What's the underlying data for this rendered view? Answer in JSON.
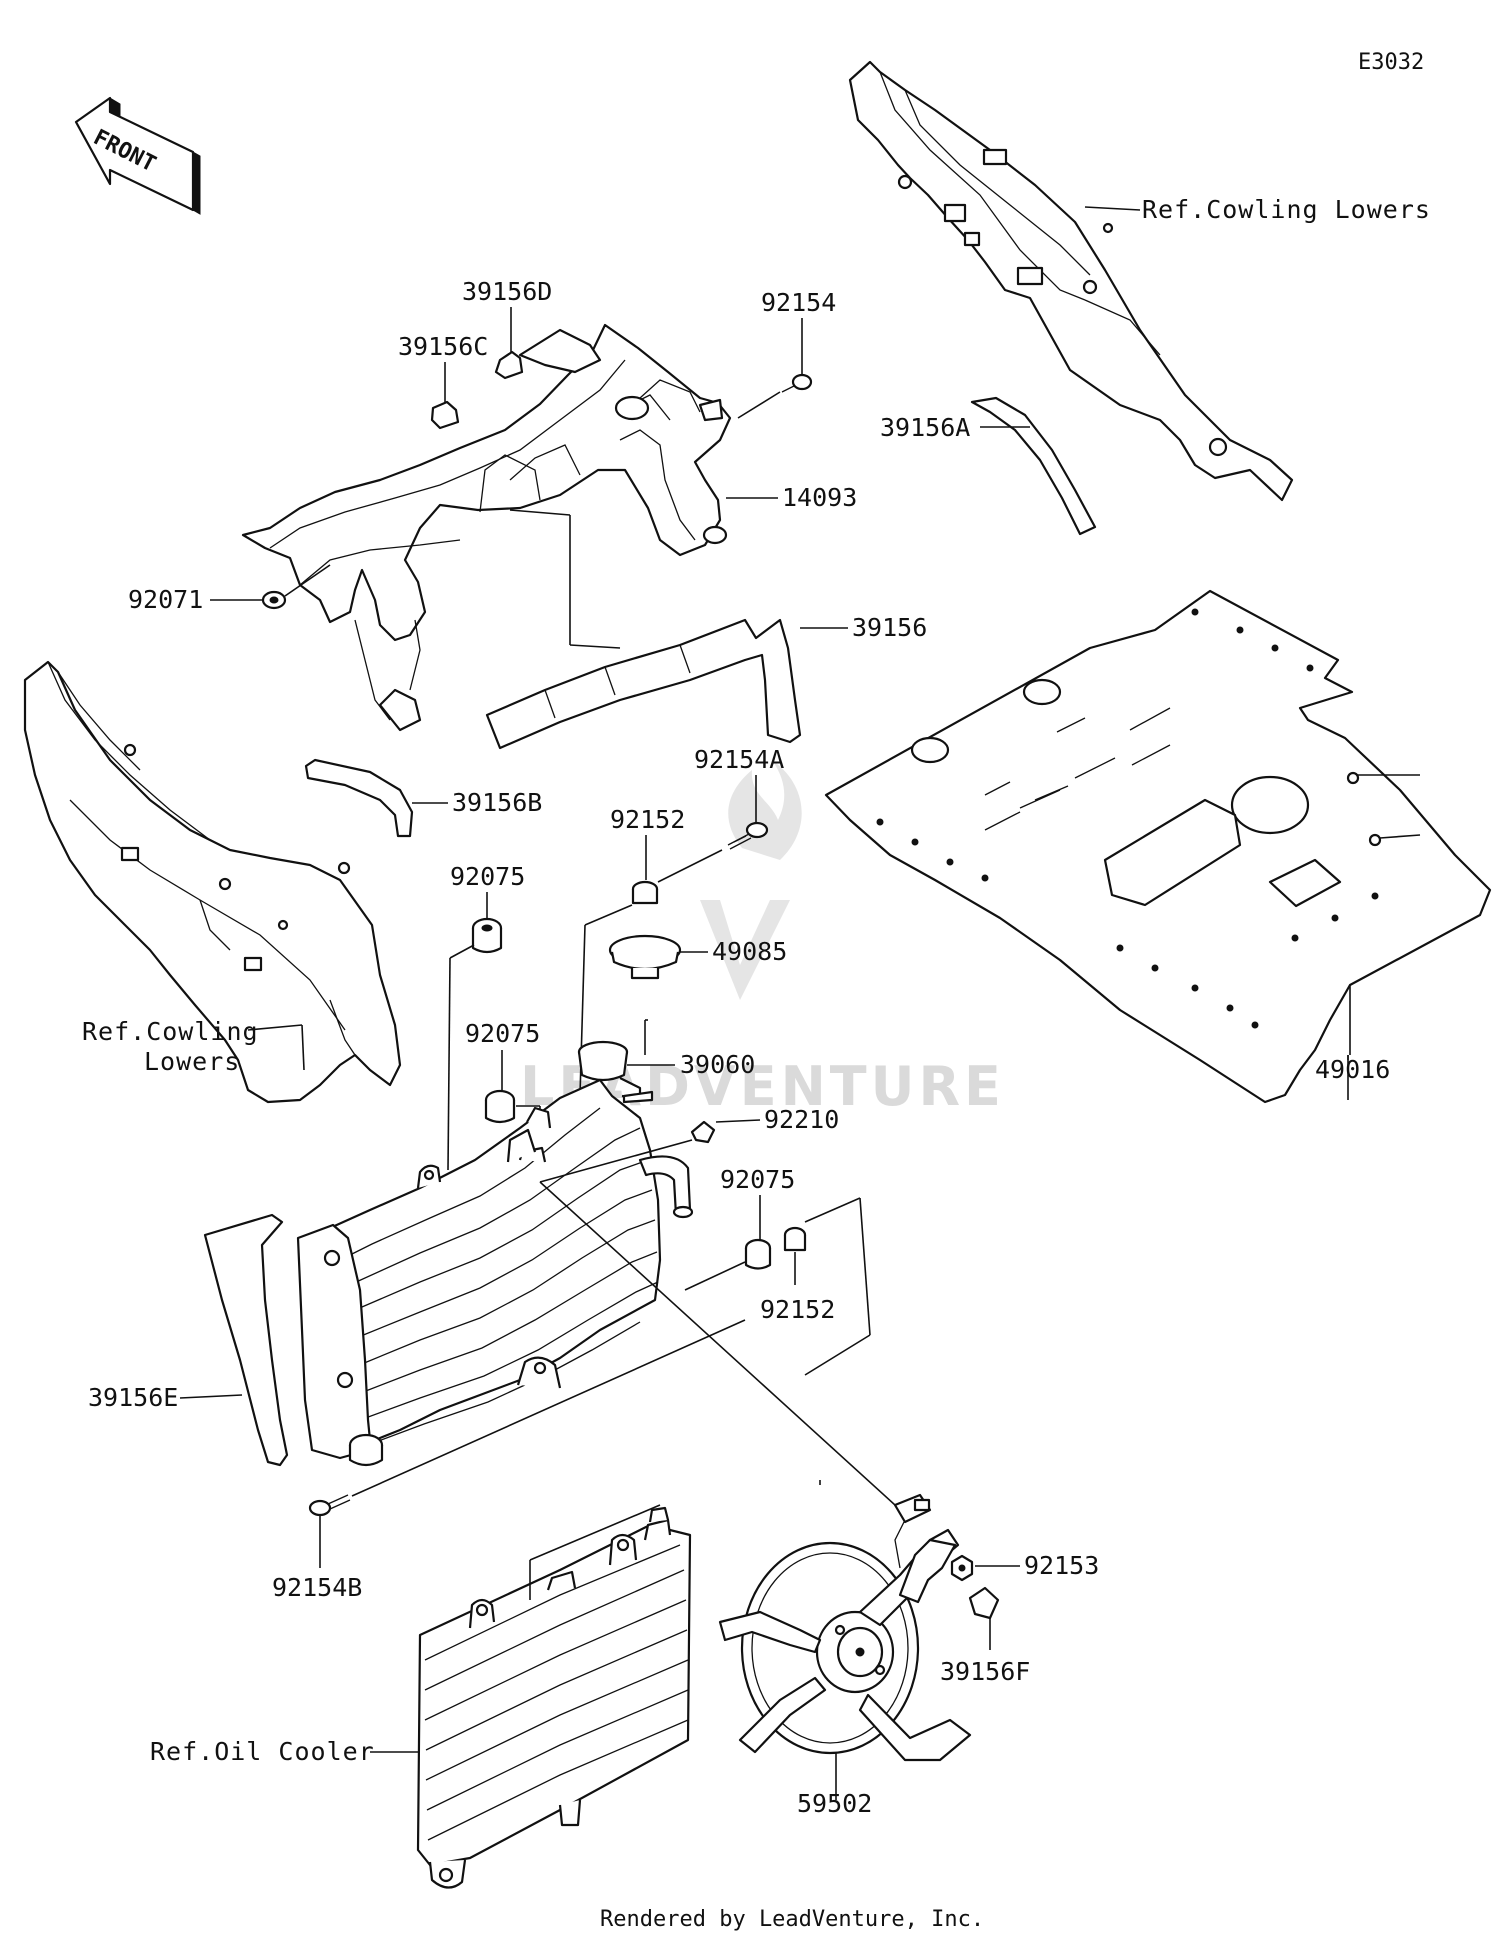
{
  "diagram_code": "E3032",
  "front_label": "FRONT",
  "watermark": "LEADVENTURE",
  "footer": "Rendered by LeadVenture, Inc.",
  "labels": {
    "ref_cowling_lowers_top": "Ref.Cowling Lowers",
    "ref_cowling_lowers_left_1": "Ref.Cowling",
    "ref_cowling_lowers_left_2": "Lowers",
    "ref_oil_cooler": "Ref.Oil Cooler",
    "p39156D": "39156D",
    "p39156C": "39156C",
    "p92154": "92154",
    "p39156A": "39156A",
    "p14093": "14093",
    "p92071": "92071",
    "p39156": "39156",
    "p39156B": "39156B",
    "p92154A": "92154A",
    "p92152_top": "92152",
    "p92075_1": "92075",
    "p49085": "49085",
    "p92075_2": "92075",
    "p39060": "39060",
    "p49016": "49016",
    "p92210": "92210",
    "p92075_3": "92075",
    "p92152_mid": "92152",
    "p39156E": "39156E",
    "p92154B": "92154B",
    "p92153": "92153",
    "p39156F": "39156F",
    "p59502": "59502"
  }
}
